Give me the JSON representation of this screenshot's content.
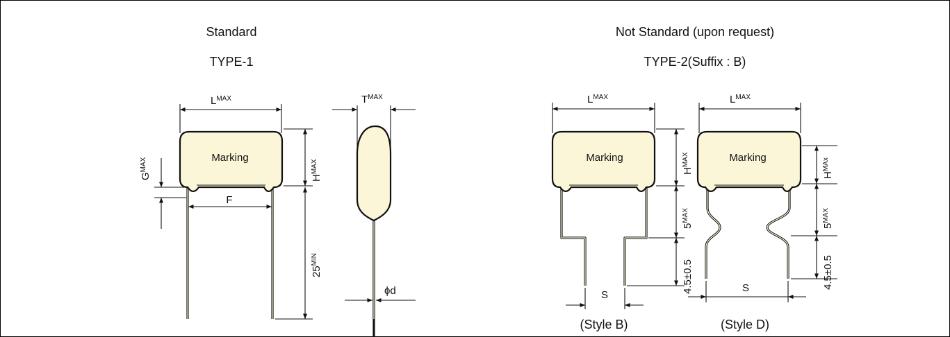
{
  "standard": {
    "heading": "Standard",
    "type_label": "TYPE-1",
    "L": "L",
    "L_sub": "MAX",
    "H": "H",
    "H_sub": "MAX",
    "G": "G",
    "G_sub": "MAX",
    "F": "F",
    "lead_len": "25",
    "lead_len_sub": "MIN",
    "T": "T",
    "T_sub": "MAX",
    "phi": "ϕd",
    "marking": "Marking"
  },
  "nonstandard": {
    "heading": "Not Standard (upon request)",
    "type_label": "TYPE-2(Suffix : B)",
    "L": "L",
    "L_sub": "MAX",
    "H": "H",
    "H_sub": "MAX",
    "H2_sub": "MAx",
    "five": "5",
    "five_sub": "MAX",
    "tol": "4.5±0.5",
    "S": "S",
    "marking": "Marking",
    "style_b": "(Style B)",
    "style_d": "(Style D)"
  },
  "colors": {
    "body_fill": "#fbf6d8",
    "line": "#111111"
  }
}
